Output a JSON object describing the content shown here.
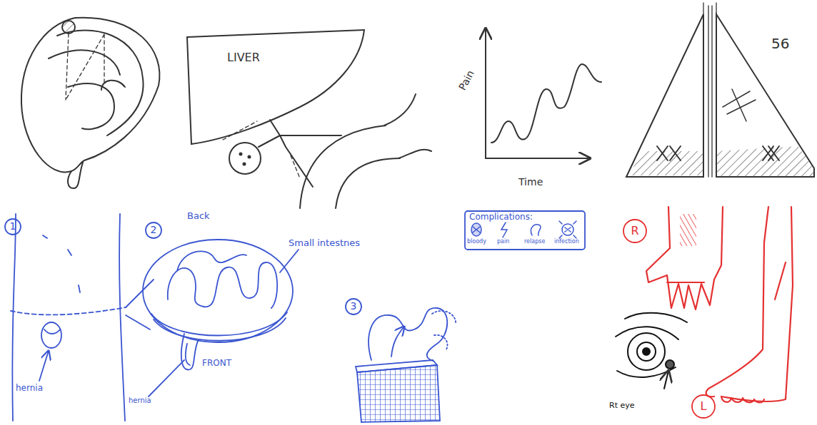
{
  "diagram": {
    "nodes": [
      {
        "text": [
          "1"
        ]
      },
      {
        "text": [
          "2"
        ]
      },
      {
        "text": [
          "3"
        ]
      },
      {
        "text": [
          "Complications:",
          "bloody",
          "pain",
          "relapse",
          "infection"
        ]
      },
      {
        "text": [
          "R"
        ]
      },
      {
        "text": [
          "L"
        ]
      }
    ],
    "labels": [
      "LIVER",
      "Pain",
      "Time",
      "56",
      "Back",
      "Small intestnes",
      "hernia",
      "hernia",
      "FRONT",
      "Rt eye"
    ]
  }
}
